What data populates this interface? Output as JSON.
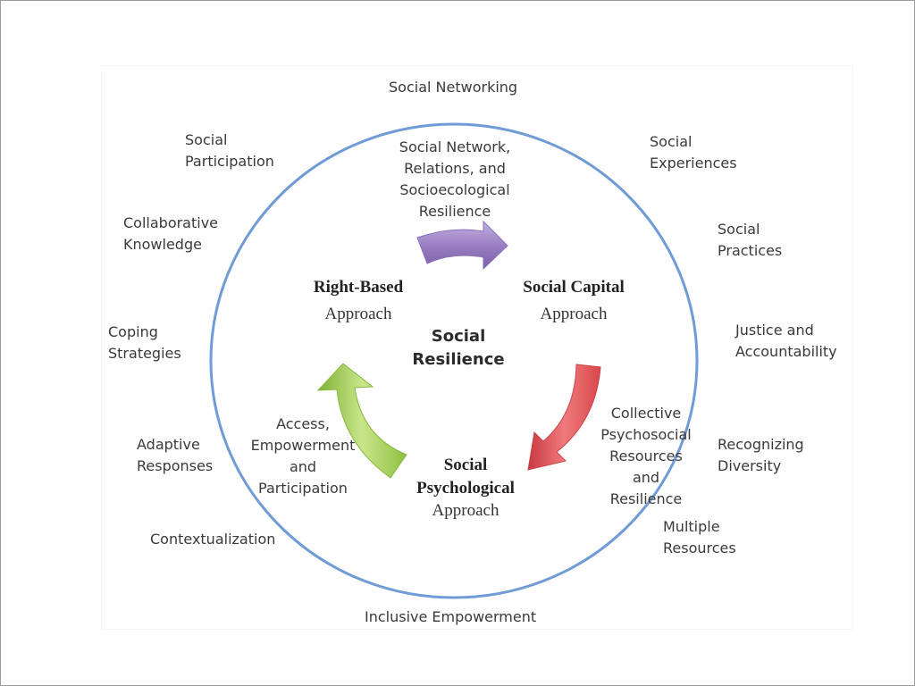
{
  "diagram": {
    "center_title": "Social\nResilience",
    "ring_color": "#6f9bd6",
    "approaches": [
      {
        "id": "right-based",
        "title": "Right-Based",
        "subtitle": "Approach"
      },
      {
        "id": "social-capital",
        "title": "Social Capital",
        "subtitle": "Approach"
      },
      {
        "id": "social-psychological",
        "title": "Social\nPsychological",
        "subtitle": "Approach"
      }
    ],
    "arrows": [
      {
        "id": "top",
        "color": "#9b7fc4",
        "from": "Right-Based",
        "to": "Social Capital",
        "label": "Social Network,\nRelations, and\nSocioecological\nResilience"
      },
      {
        "id": "right",
        "color": "#e05a5e",
        "from": "Social Capital",
        "to": "Social Psychological",
        "label": "Collective\nPsychosocial\nResources and\nResilience"
      },
      {
        "id": "left",
        "color": "#9bc94a",
        "from": "Social Psychological",
        "to": "Right-Based",
        "label": "Access,\nEmpowerment\nand\nParticipation"
      }
    ],
    "outer_labels": [
      "Social Networking",
      "Social\nExperiences",
      "Social\nPractices",
      "Justice and\nAccountability",
      "Recognizing\nDiversity",
      "Multiple\nResources",
      "Inclusive Empowerment",
      "Contextualization",
      "Adaptive\nResponses",
      "Coping\nStrategies",
      "Collaborative\nKnowledge",
      "Social\nParticipation"
    ]
  }
}
